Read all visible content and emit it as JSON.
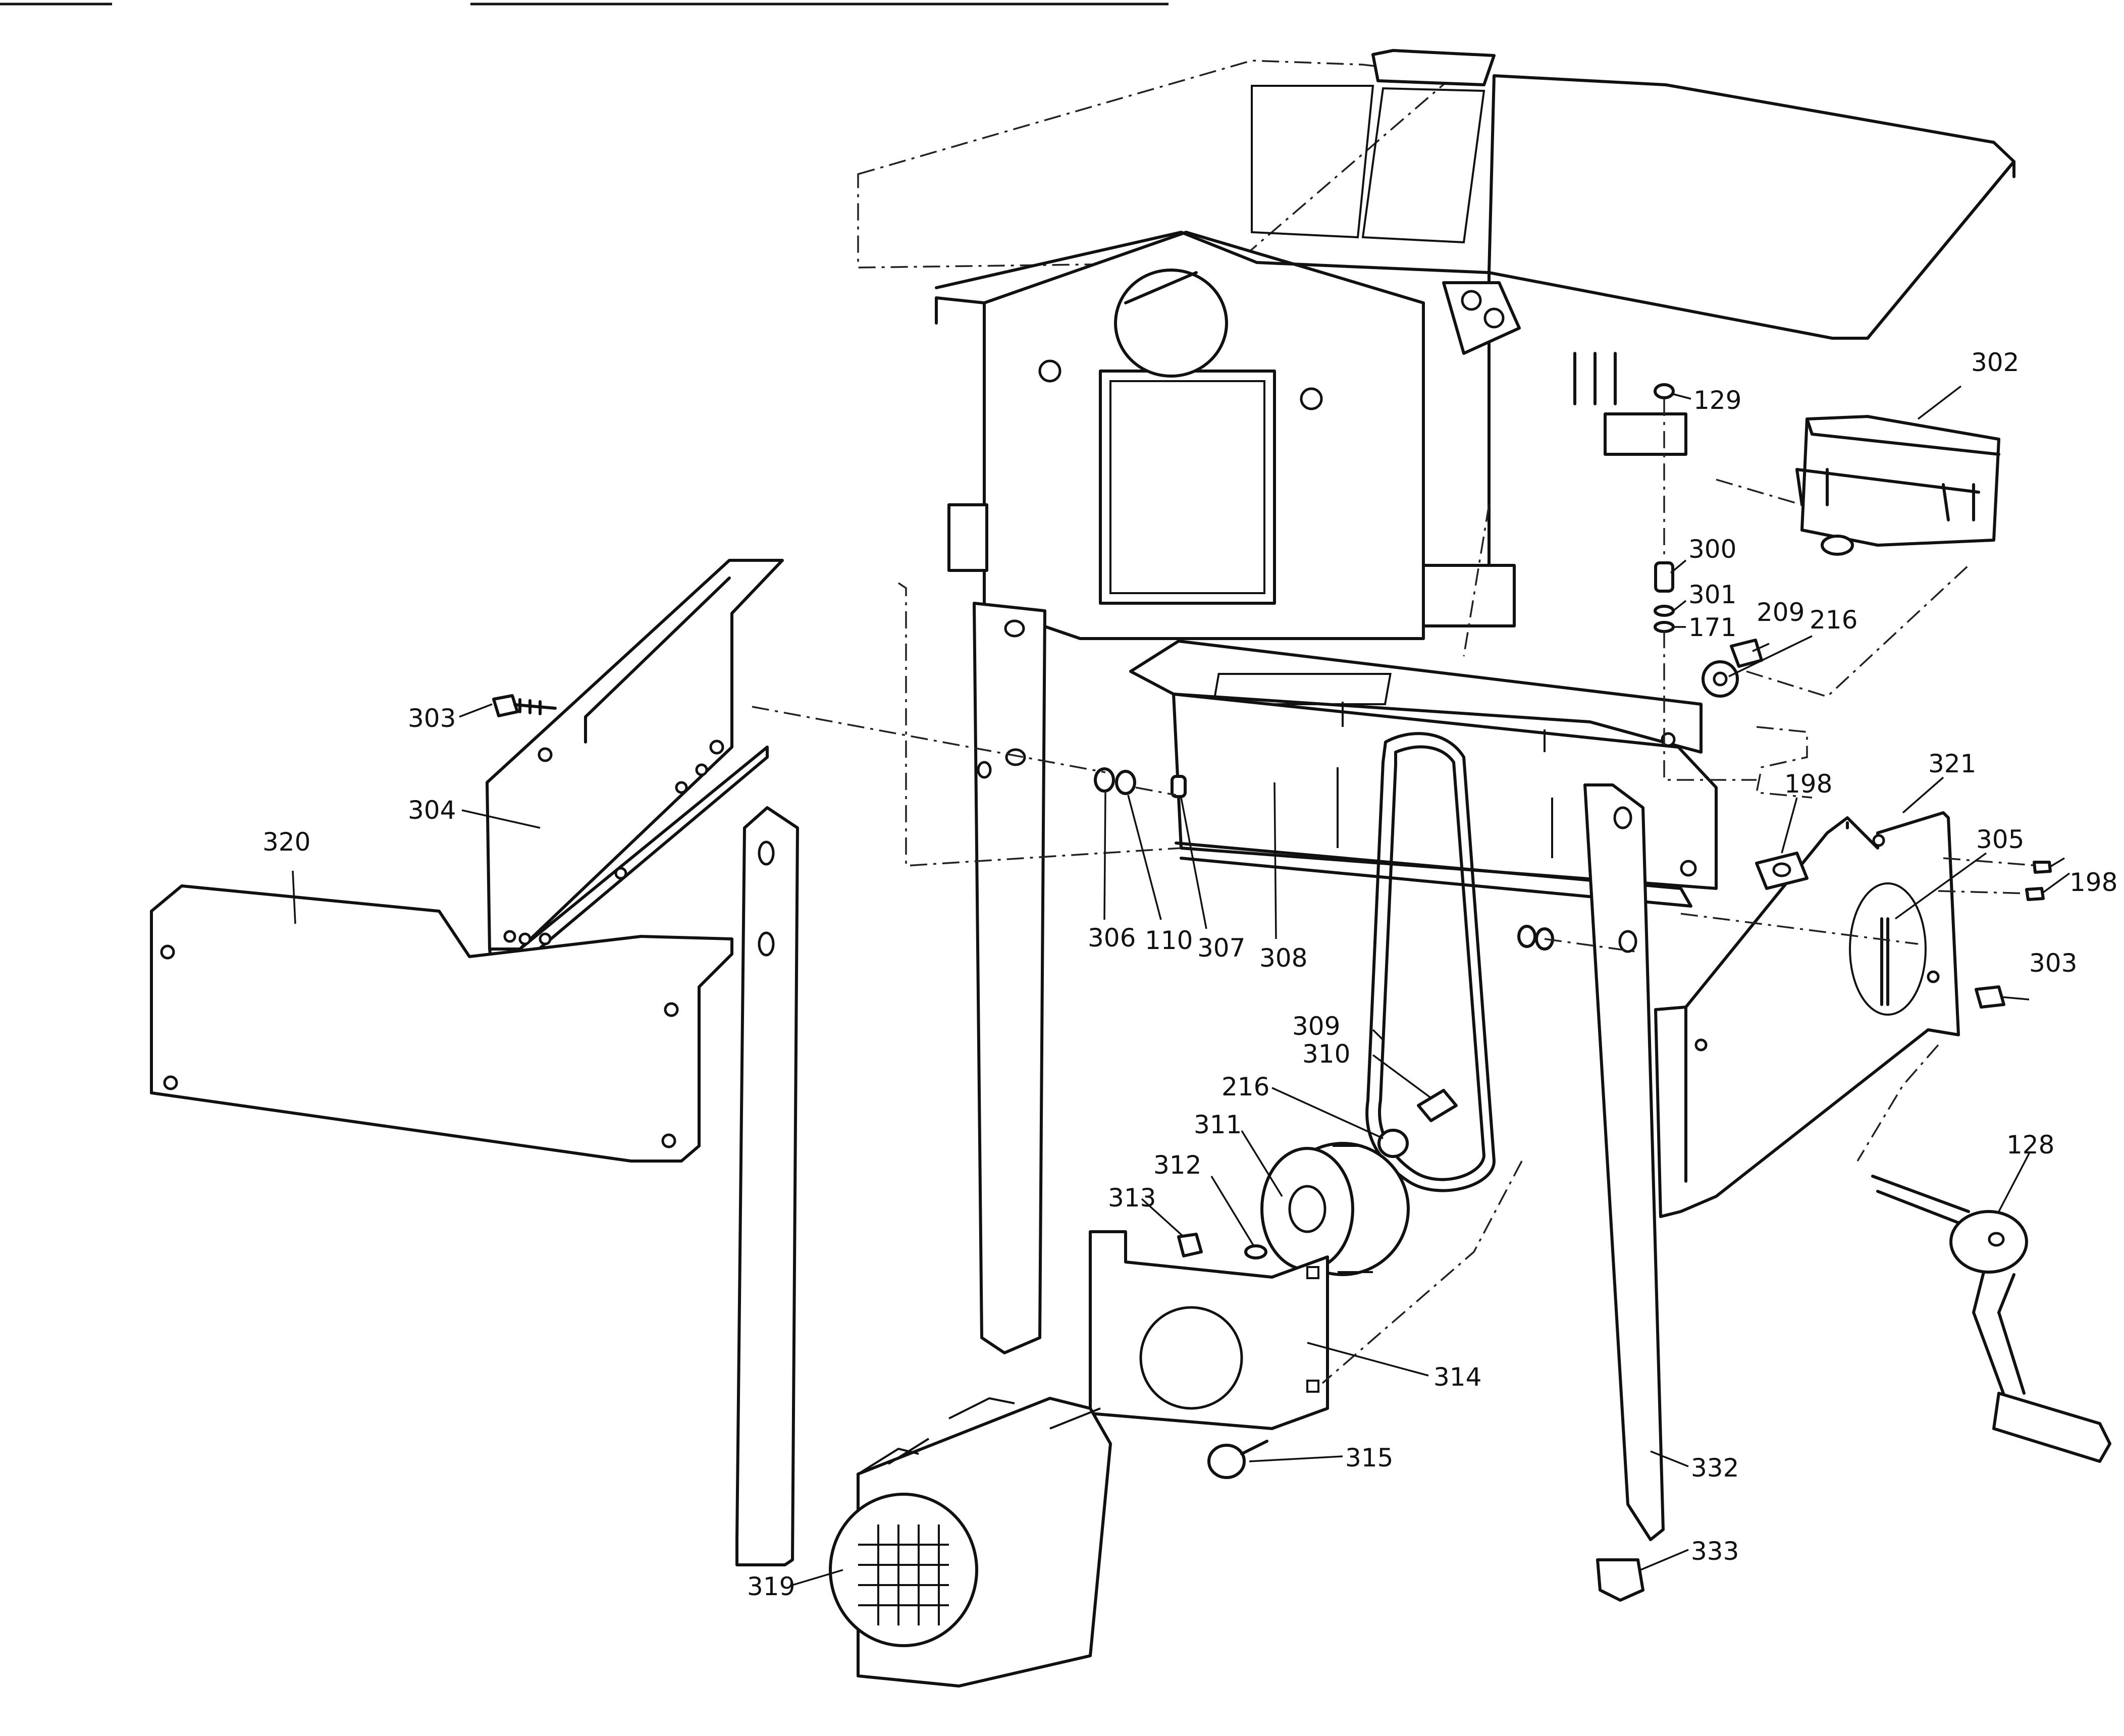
{
  "diagram": {
    "labels": {
      "p302": "302",
      "p129": "129",
      "p300": "300",
      "p301": "301",
      "p171": "171",
      "p209": "209",
      "p216a": "216",
      "p303a": "303",
      "p304": "304",
      "p320": "320",
      "p306": "306",
      "p110": "110",
      "p307": "307",
      "p308": "308",
      "p198a": "198",
      "p321": "321",
      "p305": "305",
      "p198b": "198",
      "p303b": "303",
      "p309": "309",
      "p310": "310",
      "p216b": "216",
      "p311": "311",
      "p312": "312",
      "p313": "313",
      "p128": "128",
      "p314": "314",
      "p315": "315",
      "p332": "332",
      "p333": "333",
      "p319": "319"
    }
  }
}
